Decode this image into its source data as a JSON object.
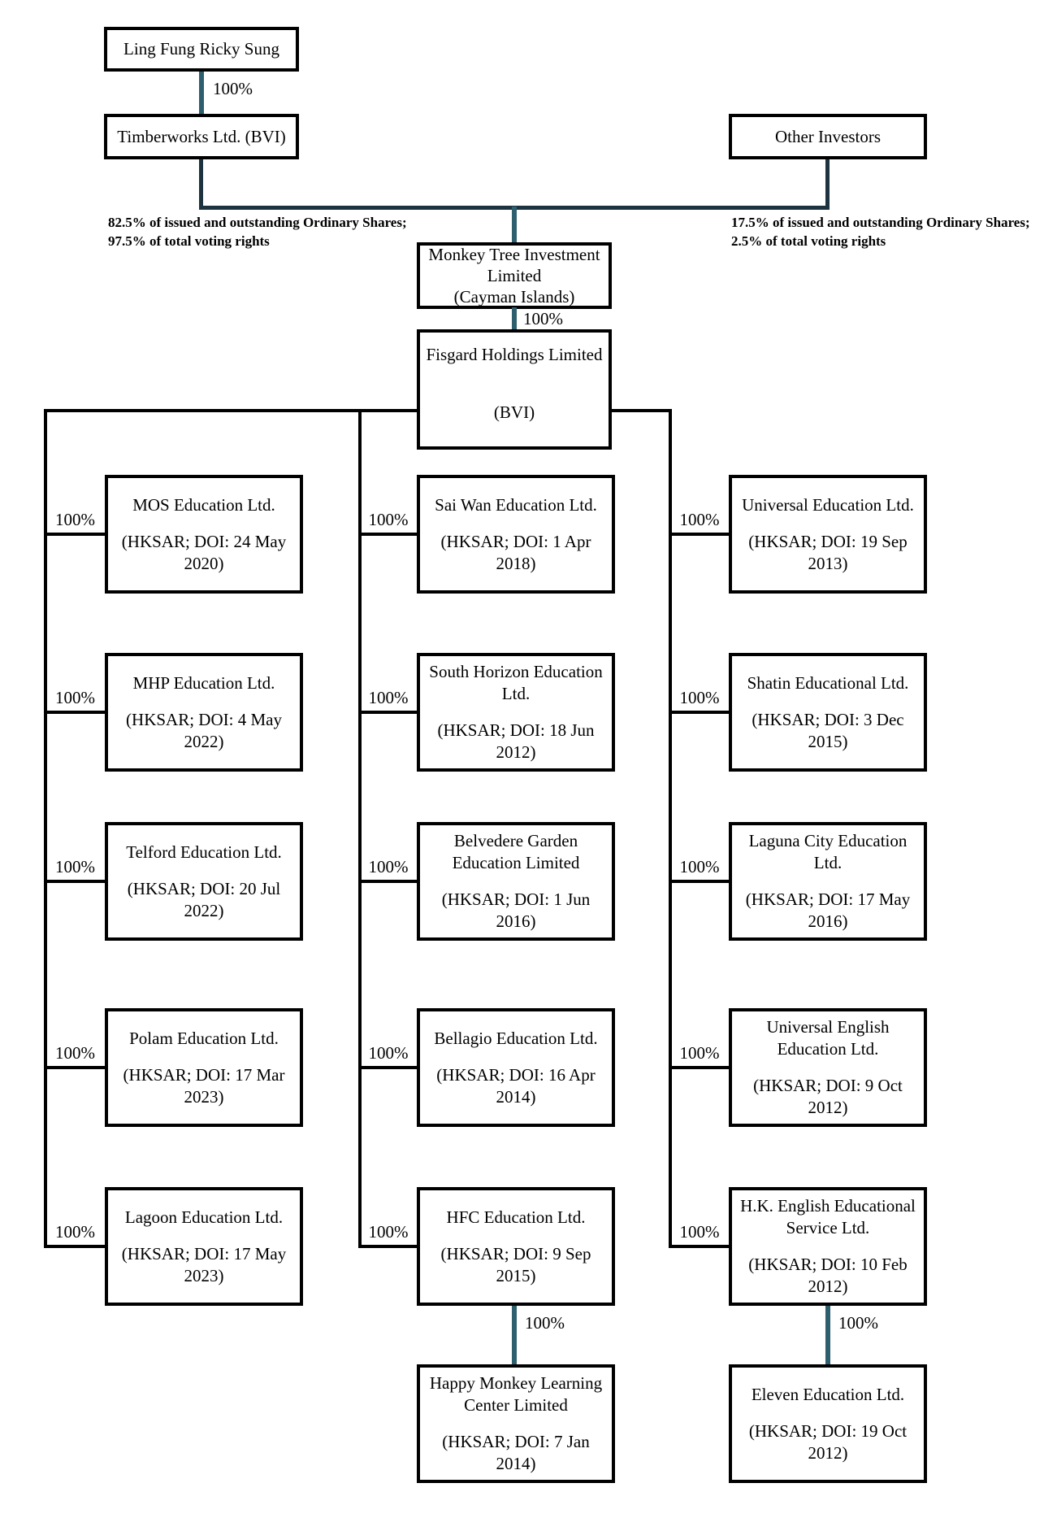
{
  "colors": {
    "teal_connector": "#2d5f6f",
    "navy_connector": "#1d3440",
    "line_black": "#000000",
    "background": "#ffffff",
    "text": "#000000"
  },
  "nodes": {
    "ultimate_shareholder": {
      "label": "Ling Fung Ricky Sung"
    },
    "timberworks": {
      "label": "Timberworks Ltd. (BVI)"
    },
    "other_investors": {
      "label": "Other Investors"
    },
    "monkey_tree": {
      "name": "Monkey Tree Investment Limited",
      "jurisdiction": "(Cayman Islands)"
    },
    "fisgard": {
      "name": "Fisgard Holdings Limited",
      "jurisdiction": "(BVI)"
    }
  },
  "edges": {
    "shareholder_to_timberworks": "100%",
    "monkey_tree_to_fisgard": "100%"
  },
  "notes": {
    "left": [
      "82.5% of issued and outstanding Ordinary Shares;",
      "97.5% of total voting rights"
    ],
    "right": [
      "17.5% of issued and outstanding Ordinary Shares;",
      "2.5% of total voting rights"
    ]
  },
  "columns": [
    {
      "items": [
        {
          "ownership": "100%",
          "name": "MOS Education Ltd.",
          "detail": "(HKSAR; DOI: 24 May 2020)"
        },
        {
          "ownership": "100%",
          "name": "MHP Education Ltd.",
          "detail": "(HKSAR; DOI: 4 May 2022)"
        },
        {
          "ownership": "100%",
          "name": "Telford Education Ltd.",
          "detail": "(HKSAR; DOI: 20 Jul 2022)"
        },
        {
          "ownership": "100%",
          "name": "Polam Education Ltd.",
          "detail": "(HKSAR; DOI: 17 Mar 2023)"
        },
        {
          "ownership": "100%",
          "name": "Lagoon Education Ltd.",
          "detail": "(HKSAR; DOI: 17 May 2023)"
        }
      ]
    },
    {
      "items": [
        {
          "ownership": "100%",
          "name": "Sai Wan Education Ltd.",
          "detail": "(HKSAR; DOI: 1 Apr 2018)"
        },
        {
          "ownership": "100%",
          "name": "South Horizon Education Ltd.",
          "detail": "(HKSAR; DOI: 18 Jun 2012)"
        },
        {
          "ownership": "100%",
          "name": "Belvedere Garden Education Limited",
          "detail": "(HKSAR; DOI: 1 Jun 2016)"
        },
        {
          "ownership": "100%",
          "name": "Bellagio Education Ltd.",
          "detail": "(HKSAR; DOI: 16 Apr 2014)"
        },
        {
          "ownership": "100%",
          "name": "HFC Education Ltd.",
          "detail": "(HKSAR; DOI: 9 Sep 2015)"
        }
      ],
      "child": {
        "ownership": "100%",
        "name": "Happy Monkey Learning Center Limited",
        "detail": "(HKSAR; DOI: 7 Jan 2014)"
      }
    },
    {
      "items": [
        {
          "ownership": "100%",
          "name": "Universal Education Ltd.",
          "detail": "(HKSAR; DOI: 19 Sep 2013)"
        },
        {
          "ownership": "100%",
          "name": "Shatin Educational Ltd.",
          "detail": "(HKSAR; DOI: 3 Dec 2015)"
        },
        {
          "ownership": "100%",
          "name": "Laguna City Education Ltd.",
          "detail": "(HKSAR; DOI: 17 May 2016)"
        },
        {
          "ownership": "100%",
          "name": "Universal English Education Ltd.",
          "detail": "(HKSAR; DOI: 9 Oct 2012)"
        },
        {
          "ownership": "100%",
          "name": "H.K. English Educational Service Ltd.",
          "detail": "(HKSAR; DOI: 10 Feb 2012)"
        }
      ],
      "child": {
        "ownership": "100%",
        "name": "Eleven Education Ltd.",
        "detail": "(HKSAR; DOI: 19 Oct 2012)"
      }
    }
  ]
}
